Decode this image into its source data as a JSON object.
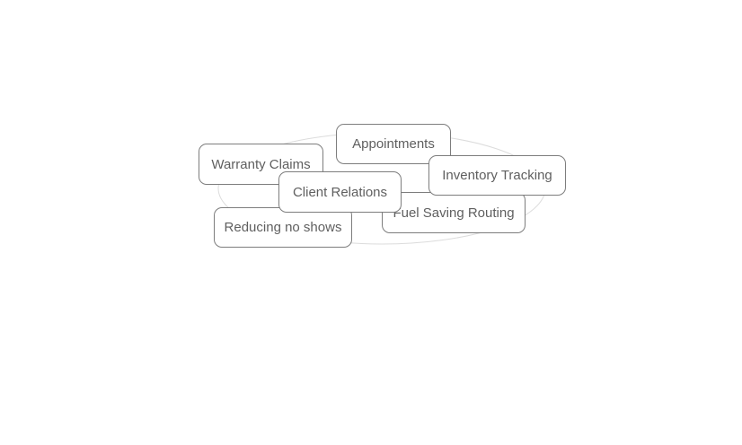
{
  "diagram": {
    "nodes": [
      {
        "id": "warranty",
        "label": "Warranty Claims"
      },
      {
        "id": "appointments",
        "label": "Appointments"
      },
      {
        "id": "fuel",
        "label": "Fuel Saving Routing"
      },
      {
        "id": "inventory",
        "label": "Inventory Tracking"
      },
      {
        "id": "reducing",
        "label": "Reducing no shows"
      },
      {
        "id": "client",
        "label": "Client Relations"
      }
    ],
    "colors": {
      "tile_border": "#7d7d7d",
      "tile_text": "#5f5f5f",
      "ring_stroke": "#dcdcdc",
      "background": "#ffffff"
    }
  }
}
